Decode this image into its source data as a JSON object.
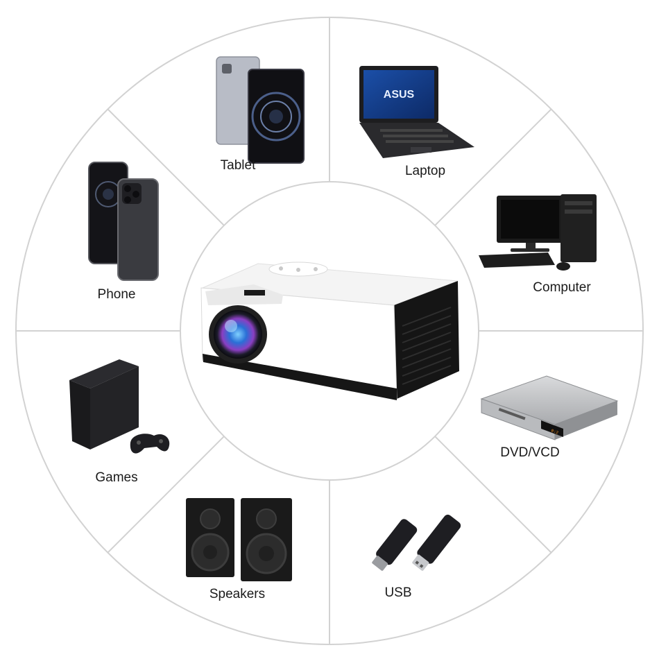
{
  "hub": {
    "name": "Projector",
    "icon": "projector-icon"
  },
  "devices": [
    {
      "label": "Tablet",
      "icon": "tablet-icon"
    },
    {
      "label": "Laptop",
      "icon": "laptop-icon"
    },
    {
      "label": "Computer",
      "icon": "desktop-computer-icon"
    },
    {
      "label": "DVD/VCD",
      "icon": "dvd-player-icon"
    },
    {
      "label": "USB",
      "icon": "usb-drive-icon"
    },
    {
      "label": "Speakers",
      "icon": "speakers-icon"
    },
    {
      "label": "Games",
      "icon": "game-console-icon"
    },
    {
      "label": "Phone",
      "icon": "phone-icon"
    }
  ],
  "colors": {
    "divider": "#d2d2d2",
    "label": "#1a1a1a",
    "device_dark": "#2a2a2a"
  }
}
